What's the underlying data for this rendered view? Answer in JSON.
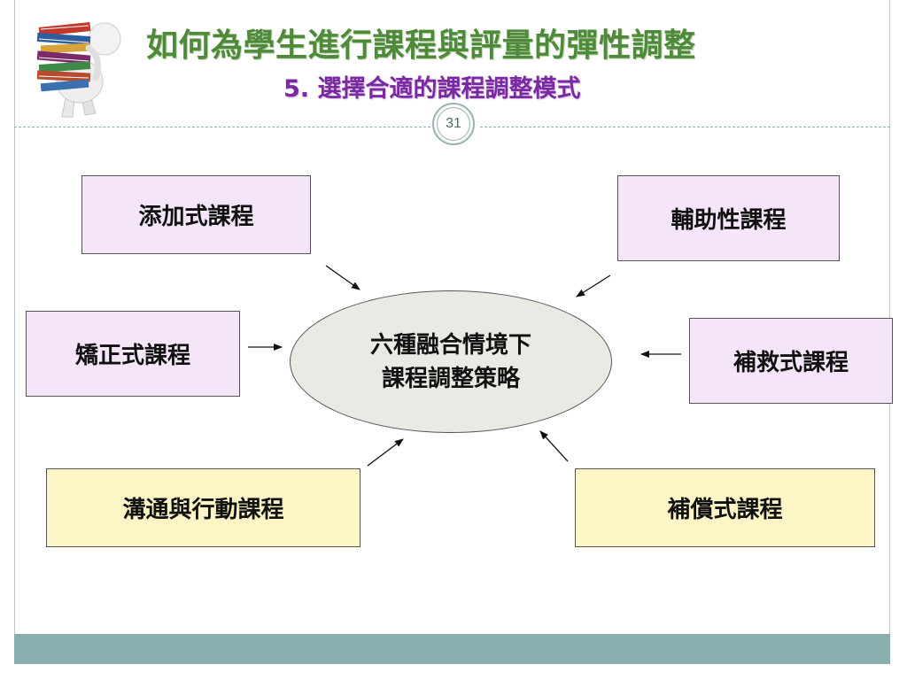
{
  "header": {
    "title": "如何為學生進行課程與評量的彈性調整",
    "subtitle": "5. 選擇合適的課程調整模式",
    "page_number": "31"
  },
  "diagram": {
    "center": {
      "line1": "六種融合情境下",
      "line2": "課程調整策略"
    },
    "boxes": {
      "additive": "添加式課程",
      "corrective": "矯正式課程",
      "communication": "溝通與行動課程",
      "auxiliary": "輔助性課程",
      "remedial": "補救式課程",
      "compensatory": "補償式課程"
    }
  },
  "colors": {
    "title": "#4e8a3a",
    "subtitle": "#7a2aa0",
    "lavender_box": "#f4e6f8",
    "yellow_box": "#fdf5c6",
    "ellipse": "#e8ebe3",
    "footer": "#8aadad"
  },
  "icons": {
    "mascot": "person-carrying-books-icon"
  }
}
